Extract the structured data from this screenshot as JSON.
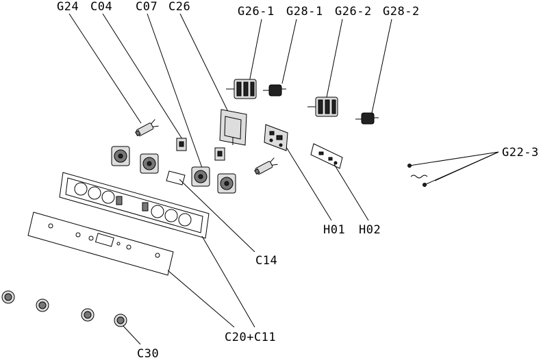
{
  "labels": {
    "g24": "G24",
    "c04": "C04",
    "c07": "C07",
    "c26": "C26",
    "g26_1": "G26-1",
    "g28_1": "G28-1",
    "g26_2": "G26-2",
    "g28_2": "G28-2",
    "g22_3": "G22-3",
    "h01": "H01",
    "h02": "H02",
    "c14": "C14",
    "c20_c11": "C20+C11",
    "c30": "C30"
  }
}
